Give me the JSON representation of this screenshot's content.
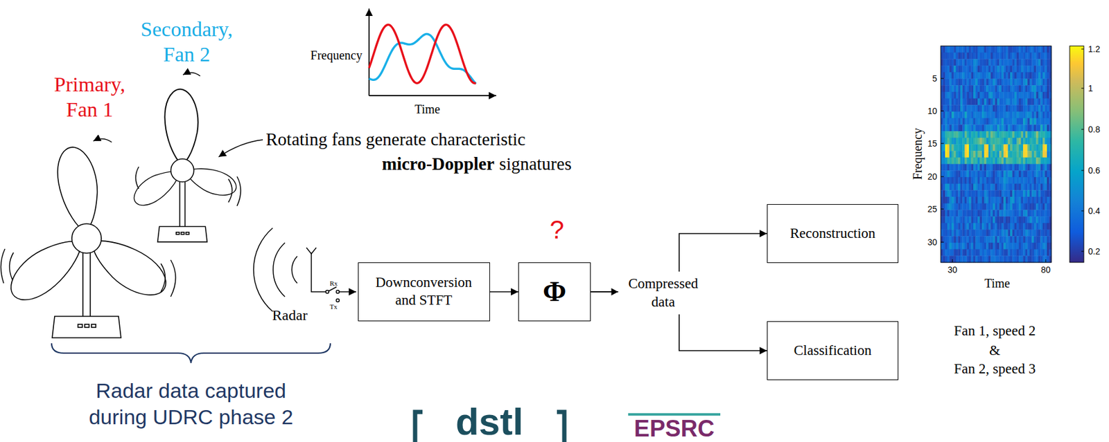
{
  "diagram": {
    "nodes": [
      {
        "text": [
          "Downconversion and STFT"
        ]
      },
      {
        "text": [
          "Φ"
        ]
      },
      {
        "text": [
          "Reconstruction"
        ]
      },
      {
        "text": [
          "Classification"
        ]
      }
    ],
    "edges": [
      {
        "from": 0,
        "to": 1,
        "arrow": "to"
      },
      {
        "from": 1,
        "to": 2,
        "arrow": "to"
      },
      {
        "from": 1,
        "to": 3,
        "arrow": "to"
      }
    ],
    "labels": [
      "Primary, Fan 1",
      "Secondary, Fan 2",
      "Frequency",
      "Time",
      "Rotating fans generate characteristic",
      "micro-Doppler",
      "signatures",
      "Rx",
      "Tx",
      "Radar",
      "?",
      "Compressed data",
      "5",
      "10",
      "15",
      "20",
      "25",
      "30",
      "Frequency",
      "30",
      "80",
      "Time",
      "1.2",
      "1",
      "0.8",
      "0.6",
      "0.4",
      "0.2",
      "Fan 1, speed 2",
      "&",
      "Fan 2, speed 3",
      "Radar data captured during UDRC phase 2",
      "dstl",
      "EPSRC"
    ]
  }
}
